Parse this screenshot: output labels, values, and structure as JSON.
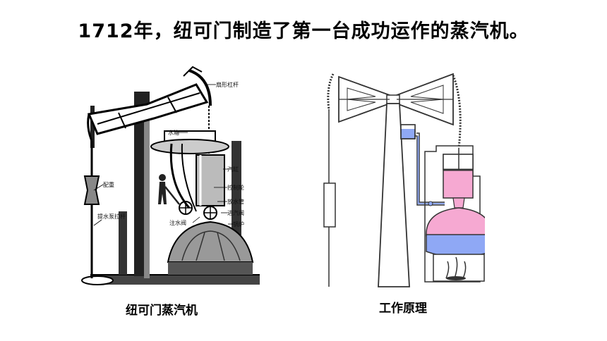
{
  "title": "1712年，纽可门制造了第一台成功运作的蒸汽机。",
  "left_figure": {
    "caption": "纽可门蒸汽机",
    "labels": {
      "beam": "扇形杠杆",
      "water_tank": "水箱",
      "cylinder": "汽缸",
      "control_wheel": "控制轮",
      "drain_pipe": "放水管",
      "intake_valve": "进汽阀",
      "boiler": "锅炉",
      "injection_valve": "注水阀",
      "counterweight": "配重",
      "pump_rod": "提水泵拉杆"
    }
  },
  "right_figure": {
    "caption": "工作原理",
    "colors": {
      "water": "#8fa8f5",
      "steam": "#f6a9d2",
      "outline": "#333333"
    }
  }
}
